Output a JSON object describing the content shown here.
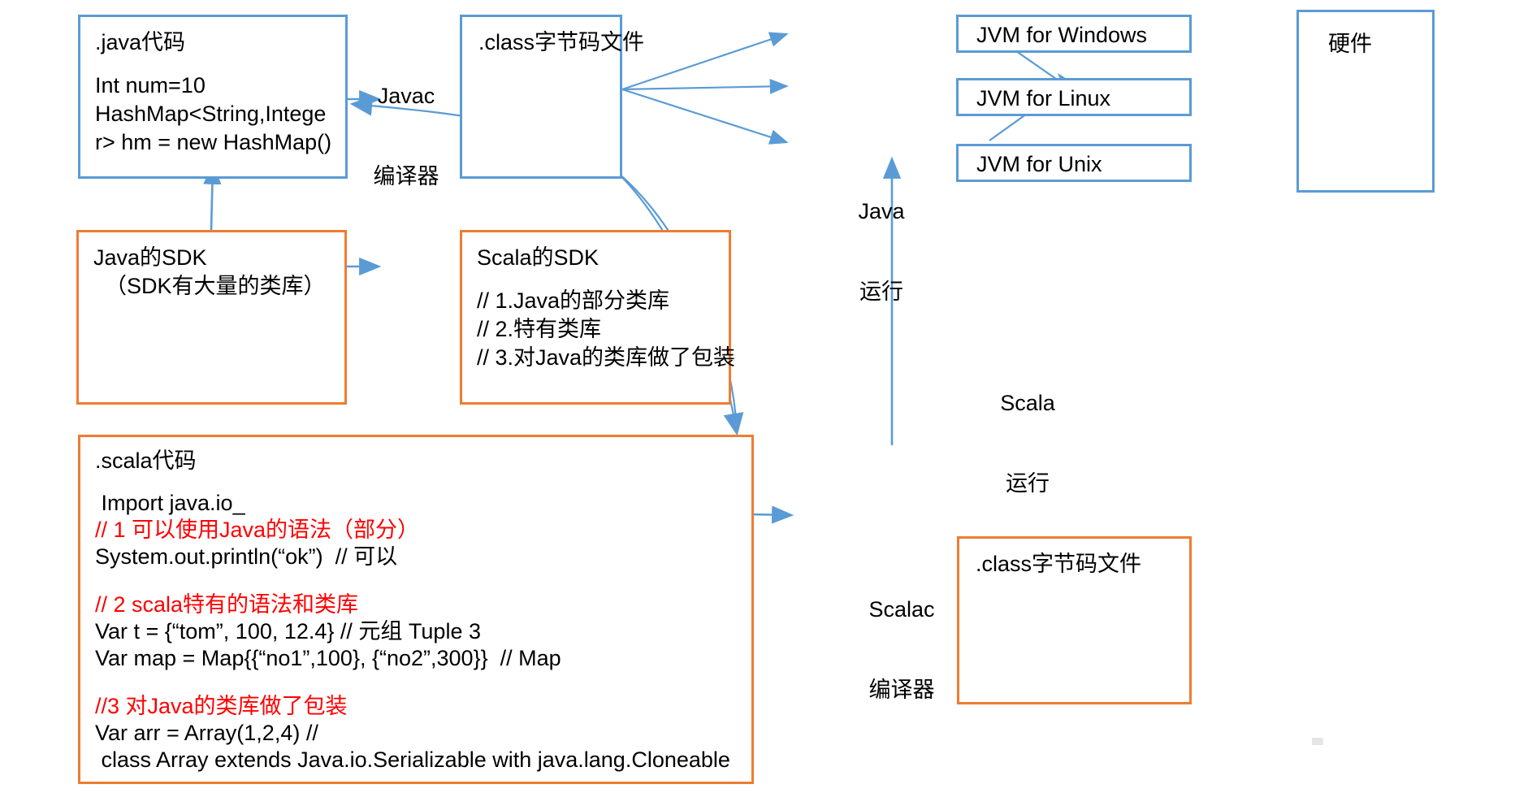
{
  "diagram": {
    "title": "Java and Scala compilation and runtime flow",
    "colors": {
      "blue_border": "#5b9bd5",
      "orange_border": "#ed7d31",
      "arrow": "#5b9bd5",
      "text": "#000000",
      "highlight_red": "#ff0000",
      "background": "#ffffff"
    }
  },
  "nodes": {
    "java_code": {
      "title": ".java代码",
      "lines": [
        "Int num=10",
        "HashMap<String,Intege",
        "r> hm = new HashMap()"
      ]
    },
    "class_file_top": {
      "title": ".class字节码文件"
    },
    "jvm_windows": {
      "label": "JVM for Windows"
    },
    "jvm_linux": {
      "label": "JVM for Linux"
    },
    "jvm_unix": {
      "label": "JVM for Unix"
    },
    "hardware": {
      "label": "硬件"
    },
    "java_sdk": {
      "title": "Java的SDK",
      "lines": [
        "（SDK有大量的类库）"
      ]
    },
    "scala_sdk": {
      "title": "Scala的SDK",
      "lines": [
        "// 1.Java的部分类库",
        "// 2.特有类库",
        "// 3.对Java的类库做了包装"
      ]
    },
    "scala_code": {
      "title": ".scala代码",
      "lines": [
        {
          "text": " Import java.io_",
          "color": "black"
        },
        {
          "text": "// 1 可以使用Java的语法（部分）",
          "color": "red"
        },
        {
          "text": "System.out.println(“ok”)  // 可以",
          "color": "black"
        },
        {
          "text": "// 2 scala特有的语法和类库",
          "color": "red"
        },
        {
          "text": "Var t = {“tom”, 100, 12.4} // 元组 Tuple 3",
          "color": "black"
        },
        {
          "text": "Var map = Map{{“no1”,100}, {“no2”,300}}  // Map",
          "color": "black"
        },
        {
          "text": "//3 对Java的类库做了包装",
          "color": "red"
        },
        {
          "text": "Var arr = Array(1,2,4) //",
          "color": "black"
        },
        {
          "text": " class Array extends Java.io.Serializable with java.lang.Cloneable",
          "color": "black"
        }
      ]
    },
    "class_file_bottom": {
      "title": ".class字节码文件"
    }
  },
  "edge_labels": {
    "javac": "Javac\n编译器",
    "java_runtime": "Java\n运行",
    "scala_runtime": "Scala\n运行",
    "scalac": "Scalac\n编译器"
  }
}
